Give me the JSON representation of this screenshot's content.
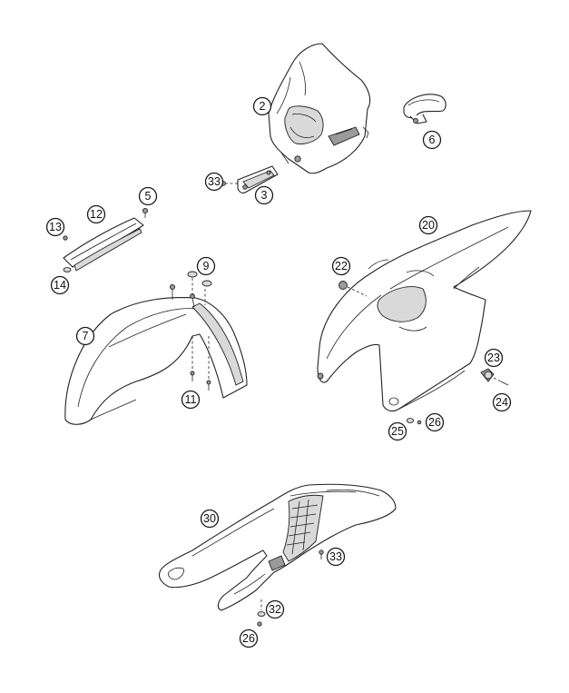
{
  "callouts": {
    "c2": "2",
    "c3": "3",
    "c5": "5",
    "c6": "6",
    "c7": "7",
    "c9": "9",
    "c11": "11",
    "c12": "12",
    "c13": "13",
    "c14": "14",
    "c20": "20",
    "c22": "22",
    "c23": "23",
    "c24": "24",
    "c25": "25",
    "c26a": "26",
    "c26b": "26",
    "c30": "30",
    "c32": "32",
    "c33a": "33",
    "c33b": "33"
  },
  "colors": {
    "line": "#222222",
    "background": "#ffffff",
    "shade": "#d9d9d9"
  }
}
